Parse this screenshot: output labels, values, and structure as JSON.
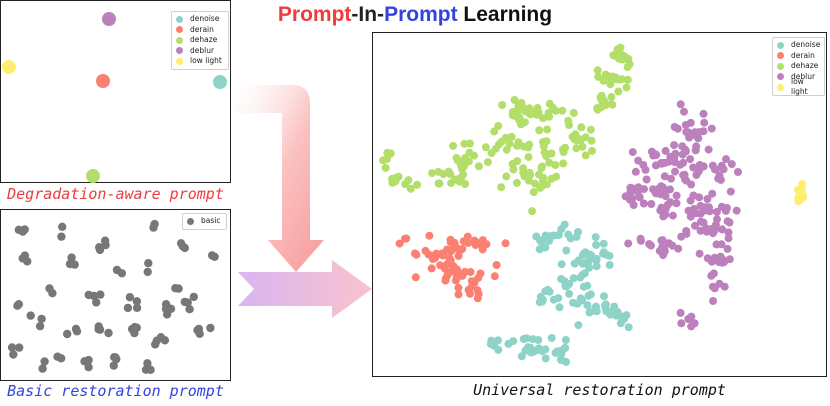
{
  "title": {
    "part1": "Prompt",
    "part2": "-In-",
    "part3": "Prompt",
    "part4": " Learning"
  },
  "captions": {
    "degradation": "Degradation-aware prompt",
    "basic": "Basic restoration prompt",
    "universal": "Universal restoration prompt"
  },
  "colors": {
    "title_red": "#ee3b3b",
    "title_blue": "#3344dd",
    "degradation_caption": "#ee3b3b",
    "basic_caption": "#3344dd",
    "denoise": "#8dd3c7",
    "derain": "#fb8072",
    "dehaze": "#b3de69",
    "deblur": "#bc80bd",
    "low_light": "#ffed6f",
    "basic": "#777777",
    "arrow_top": "#f7a0a0",
    "arrow_bottom": "#d7b0f0"
  },
  "legends": {
    "degradation": [
      "denoise",
      "derain",
      "dehaze",
      "deblur",
      "low light"
    ],
    "basic": [
      "basic"
    ],
    "universal": [
      "denoise",
      "derain",
      "dehaze",
      "deblur",
      "low light"
    ]
  }
}
